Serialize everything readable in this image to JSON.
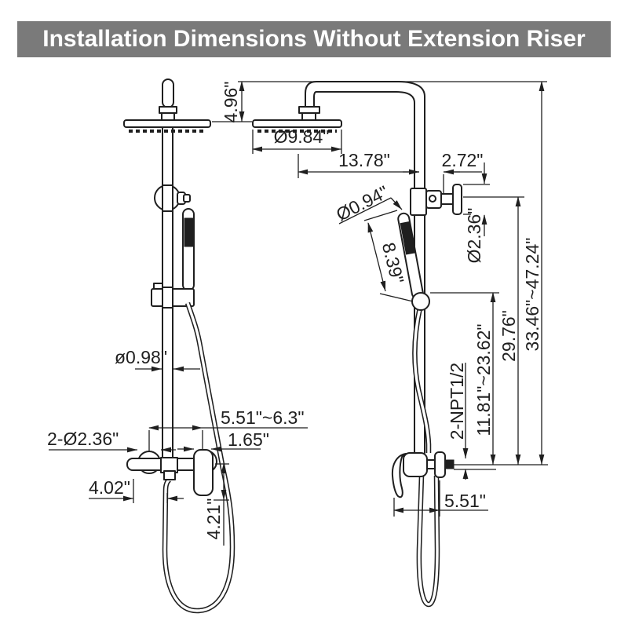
{
  "title": "Installation Dimensions Without Extension Riser",
  "colors": {
    "banner_bg": "#7a7a7a",
    "banner_text": "#ffffff",
    "line": "#1f1f1f",
    "bg": "#ffffff"
  },
  "front_view": {
    "dims": {
      "bar_diameter": "ø0.98\"",
      "mount_spacing": "5.51\"~6.3\"",
      "mount_width": "1.65\"",
      "escutcheon_diameter": "2-Ø2.36\"",
      "valve_offset": "4.02\"",
      "handle_drop": "4.21\""
    }
  },
  "side_view": {
    "dims": {
      "head_drop": "4.96\"",
      "head_diameter": "Ø9.84\"",
      "arm_reach": "13.78\"",
      "wall_offset": "2.72\"",
      "wand_diameter": "Ø0.94\"",
      "wand_length": "8.39\"",
      "holder_diameter": "Ø2.36\"",
      "overall_height": "33.46\"~47.24\"",
      "holder_height": "29.76\"",
      "hose_connection_height": "11.81\"~23.62\"",
      "inlet_thread": "2-NPT1/2",
      "valve_width": "5.51\""
    }
  }
}
